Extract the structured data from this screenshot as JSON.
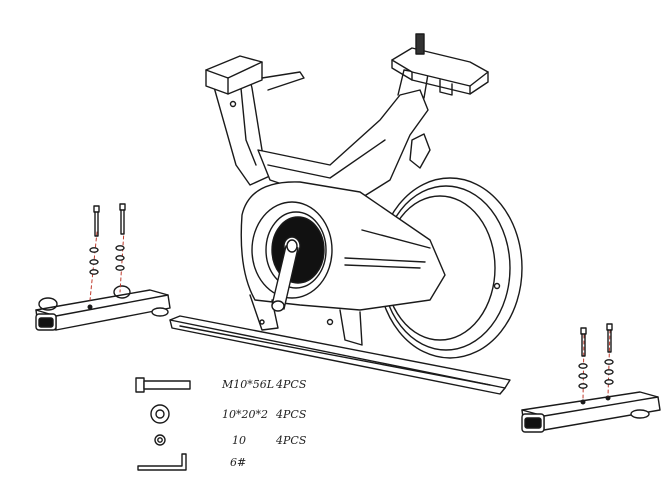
{
  "parts": [
    {
      "spec": "M10*56L",
      "qty": "4PCS",
      "icon": "bolt-icon"
    },
    {
      "spec": "10*20*2",
      "qty": "4PCS",
      "icon": "flat-washer-icon"
    },
    {
      "spec": "10",
      "qty": "4PCS",
      "icon": "spring-washer-icon"
    },
    {
      "spec": "6#",
      "qty": "",
      "icon": "allen-key-icon"
    }
  ]
}
